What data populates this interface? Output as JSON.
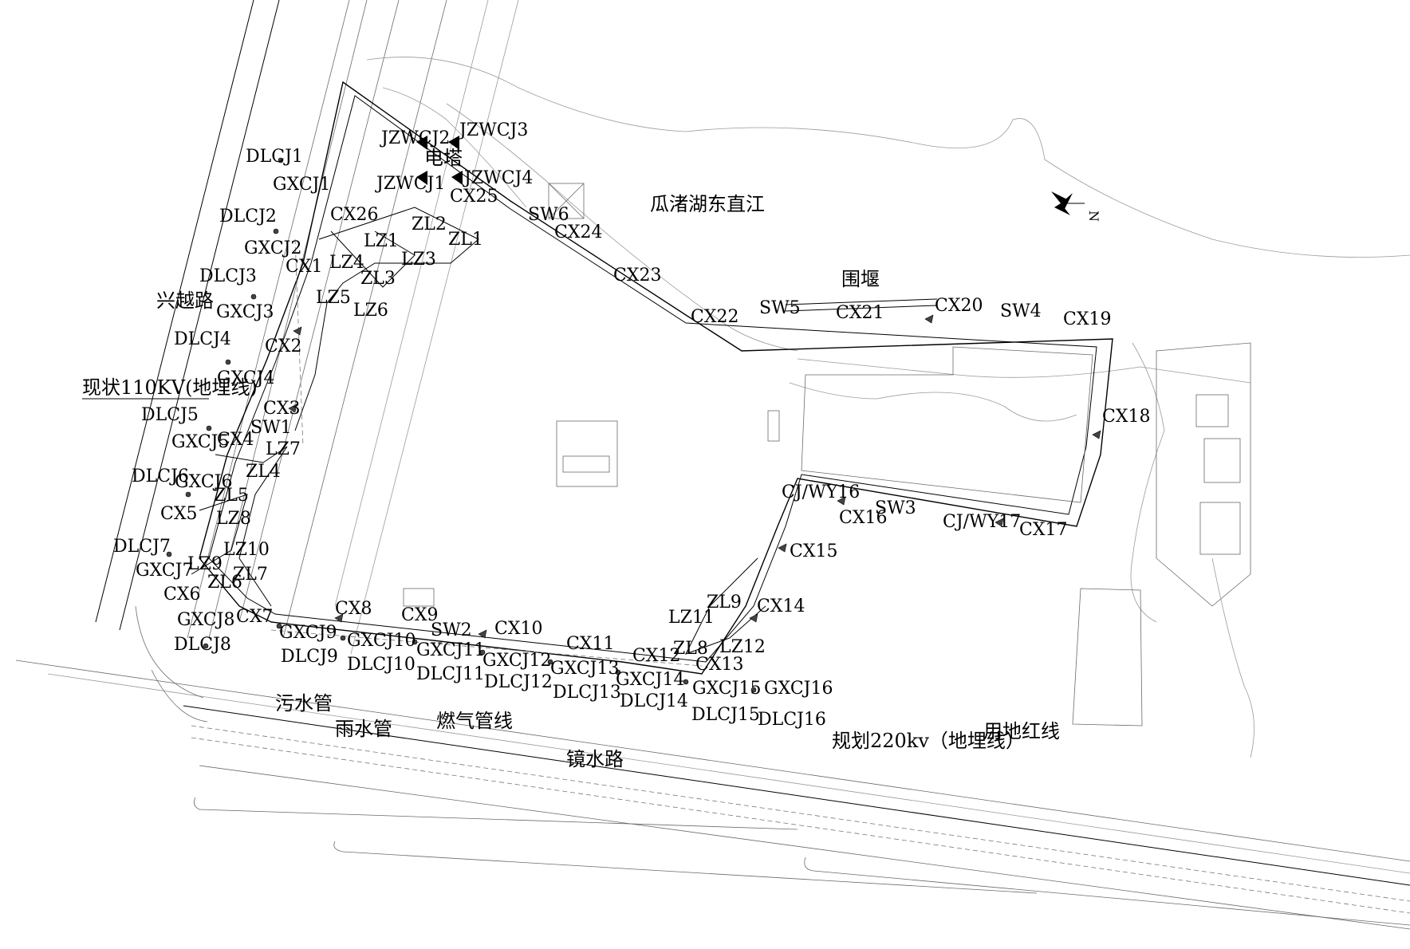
{
  "roads": {
    "xingyue": "兴越路",
    "jingshui": "镜水路"
  },
  "river": "瓜渚湖东直江",
  "tower": "电塔",
  "cofferdam": "围堰",
  "lines": {
    "existing_110kv": "现状110KV(地埋线)",
    "planned_220kv": "规划220kv（地埋线）",
    "sewage": "污水管",
    "rain": "雨水管",
    "gas": "燃气管线",
    "redline": "用地红线"
  },
  "points": {
    "jzwcj1": "JZWCJ1",
    "jzwcj2": "JZWCJ2",
    "jzwcj3": "JZWCJ3",
    "jzwcj4": "JZWCJ4",
    "dlcj1": "DLCJ1",
    "dlcj2": "DLCJ2",
    "dlcj3": "DLCJ3",
    "dlcj4": "DLCJ4",
    "dlcj5": "DLCJ5",
    "dlcj6": "DLCJ6",
    "dlcj7": "DLCJ7",
    "dlcj8": "DLCJ8",
    "dlcj9": "DLCJ9",
    "dlcj10": "DLCJ10",
    "dlcj11": "DLCJ11",
    "dlcj12": "DLCJ12",
    "dlcj13": "DLCJ13",
    "dlcj14": "DLCJ14",
    "dlcj15": "DLCJ15",
    "dlcj16": "DLCJ16",
    "gxcj1": "GXCJ1",
    "gxcj2": "GXCJ2",
    "gxcj3": "GXCJ3",
    "gxcj4": "GXCJ4",
    "gxcj5": "GXCJ5",
    "gxcj6": "GXCJ6",
    "gxcj7": "GXCJ7",
    "gxcj8": "GXCJ8",
    "gxcj9": "GXCJ9",
    "gxcj10": "GXCJ10",
    "gxcj11": "GXCJ11",
    "gxcj12": "GXCJ12",
    "gxcj13": "GXCJ13",
    "gxcj14": "GXCJ14",
    "gxcj15": "GXCJ15",
    "gxcj16": "GXCJ16",
    "cx1": "CX1",
    "cx2": "CX2",
    "cx3": "CX3",
    "cx4": "CX4",
    "cx5": "CX5",
    "cx6": "CX6",
    "cx7": "CX7",
    "cx8": "CX8",
    "cx9": "CX9",
    "cx10": "CX10",
    "cx11": "CX11",
    "cx12": "CX12",
    "cx13": "CX13",
    "cx14": "CX14",
    "cx15": "CX15",
    "cx16": "CX16",
    "cx17": "CX17",
    "cx18": "CX18",
    "cx19": "CX19",
    "cx20": "CX20",
    "cx21": "CX21",
    "cx22": "CX22",
    "cx23": "CX23",
    "cx24": "CX24",
    "cx25": "CX25",
    "cx26": "CX26",
    "sw1": "SW1",
    "sw2": "SW2",
    "sw3": "SW3",
    "sw4": "SW4",
    "sw5": "SW5",
    "sw6": "SW6",
    "zl1": "ZL1",
    "zl2": "ZL2",
    "zl3": "ZL3",
    "zl4": "ZL4",
    "zl5": "ZL5",
    "zl6": "ZL6",
    "zl7": "ZL7",
    "zl8": "ZL8",
    "zl9": "ZL9",
    "lz1": "LZ1",
    "lz3": "LZ3",
    "lz4": "LZ4",
    "lz5": "LZ5",
    "lz6": "LZ6",
    "lz7": "LZ7",
    "lz8": "LZ8",
    "lz9": "LZ9",
    "lz10": "LZ10",
    "lz11": "LZ11",
    "lz12": "LZ12",
    "cjwy16": "CJ/WY16",
    "cjwy17": "CJ/WY17"
  },
  "north_arrow": "N"
}
